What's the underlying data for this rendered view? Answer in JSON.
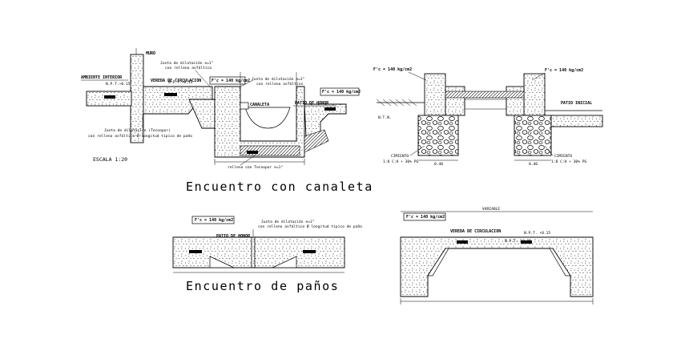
{
  "titles": {
    "canaleta": "Encuentro con canaleta",
    "panos": "Encuentro de paños"
  },
  "scale_note": "ESCALA 1:20",
  "detail1": {
    "muro": "MURO",
    "ambiente_interior": "AMBIENTE INTERIOR",
    "npt1": "N.P.T.+0.15",
    "npt2": "N.P.T.+0.15",
    "junta_dilatacion_1": "Junta de dilatación e=1\"",
    "junta_dilatacion_1b": "con relleno asfáltico",
    "vereda": "VEREDA DE CIRCULACION",
    "fc": "F'c = 140 kg/cm2",
    "junta_dilatacion_2": "Junta de dilatación e=1\"",
    "junta_dilatacion_2b": "con relleno asfáltico",
    "canaleta": "CANALETA",
    "patio": "PATIO DE HONOR",
    "fc2": "F'c = 140 kg/cm2",
    "junta_dilatacion_3": "Junta de dilatación (Tecnopor)",
    "junta_dilatacion_3b": "con relleno asfáltico Ø longitud típico de paño",
    "relleno": "relleno con Tecnopor e=1\""
  },
  "detail2": {
    "fc_left": "F'c = 140 kg/cm2",
    "fc_right": "F'c = 140 kg/cm2",
    "ntn": "N.T.N.",
    "patio_inicial": "PATIO INICIAL",
    "cimiento_left": "CIMIENTO",
    "cimiento_left_b": "1:8 C:H + 30% PG",
    "cimiento_right": "CIMIENTO",
    "cimiento_right_b": "1:8 C:H + 30% PG",
    "dim_left": "0.40",
    "dim_right": "0.40"
  },
  "detail3": {
    "fc": "F'c = 140 kg/cm2",
    "patio": "PATIO DE HONOR",
    "junta_1": "Junta de dilatación e=1\"",
    "junta_1b": "con relleno asfáltico Ø longitud típico de paño"
  },
  "detail4": {
    "variable": "VARIABLE",
    "fc": "F'c = 140 kg/cm2",
    "vereda": "VEREDA DE CIRCULACION",
    "npt": "N.P.T. +0.15",
    "npt2": "N.P.T. +0.15"
  }
}
